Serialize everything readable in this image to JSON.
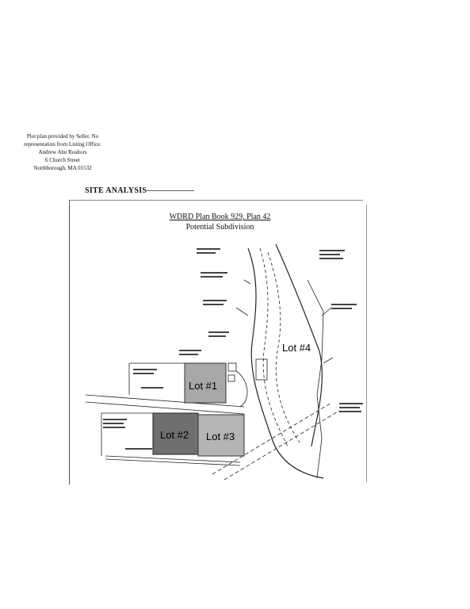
{
  "disclaimer": {
    "line1": "Plot plan provided by Seller. No",
    "line2": "representation from Listing Office.",
    "line3": "Andrew Abu Realtors",
    "line4": "6 Church Street",
    "line5": "Northborough, MA  01532"
  },
  "section_heading": "SITE ANALYSIS",
  "plan": {
    "title_line1": "WDRD Plan Book 929, Plan 42",
    "title_line2": "Potential Subdivision"
  },
  "lots": {
    "lot1": "Lot #1",
    "lot2": "Lot #2",
    "lot3": "Lot #3",
    "lot4": "Lot #4"
  },
  "colors": {
    "lot1_fill": "#a8a8a8",
    "lot2_fill": "#6f6f6f",
    "lot3_fill": "#b5b5b5",
    "line": "#222222"
  }
}
